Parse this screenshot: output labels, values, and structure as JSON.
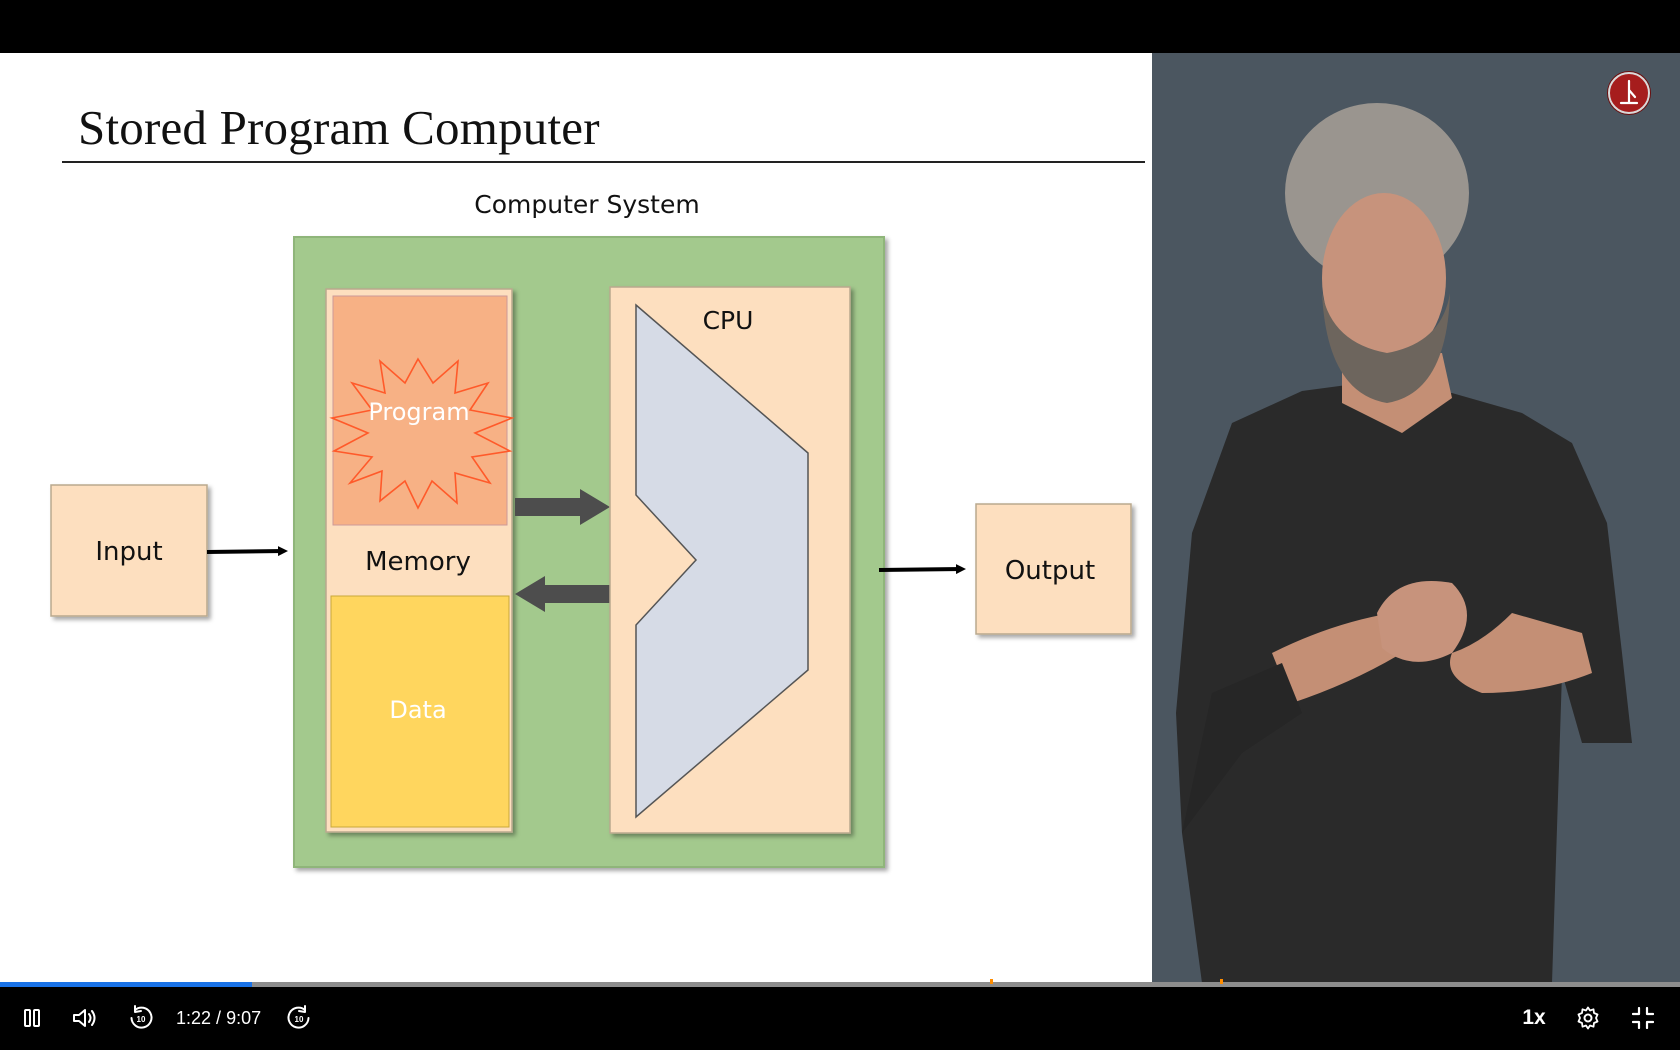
{
  "slide": {
    "title": "Stored Program Computer",
    "system_label": "Computer System",
    "input_label": "Input",
    "memory_label": "Memory",
    "program_label": "Program",
    "data_label": "Data",
    "cpu_label": "CPU",
    "output_label": "Output"
  },
  "player": {
    "current_time": "1:22",
    "duration": "9:07",
    "time_separator": " / ",
    "speed_label": "1x",
    "progress_fraction": 0.15,
    "markers_fraction": [
      0.589,
      0.726
    ],
    "icons": [
      "pause-icon",
      "volume-icon",
      "rewind-10-icon",
      "forward-10-icon",
      "settings-icon",
      "fullscreen-exit-icon"
    ],
    "progress_color": "#1a73e8",
    "marker_color": "#ff8c00"
  },
  "colors": {
    "system_box": "#a3c98d",
    "light_box": "#fddfbf",
    "program_box": "#f7b185",
    "data_box": "#ffd65e",
    "alu": "#d6dbe6",
    "presenter_bg": "#4b5660"
  }
}
